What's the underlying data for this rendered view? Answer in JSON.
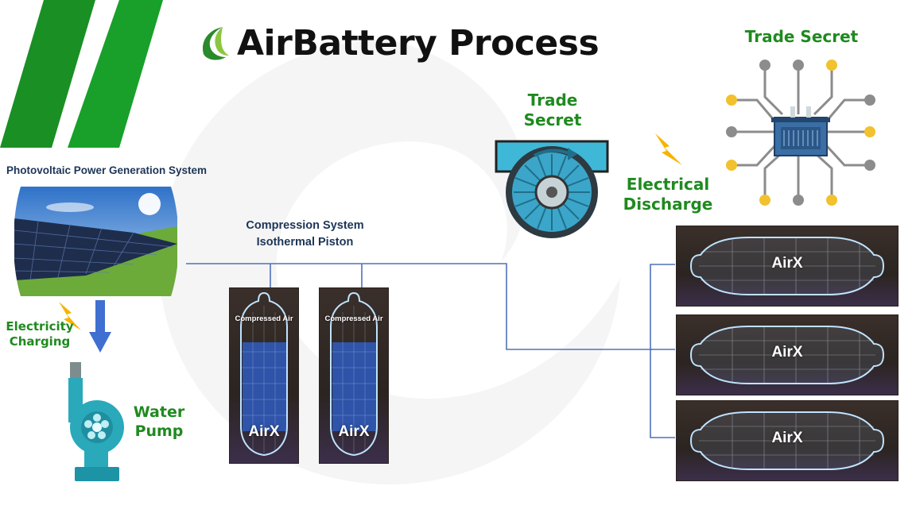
{
  "title": "AirBattery Process",
  "photovoltaic": {
    "label": "Photovoltaic Power Generation System"
  },
  "charging": {
    "label": "Electricity Charging"
  },
  "water_pump": {
    "label": "Water Pump"
  },
  "compression": {
    "line1": "Compression System",
    "line2": "Isothermal Piston"
  },
  "vertical_tanks": [
    {
      "top_label": "Compressed Air",
      "bottom_label": "AirX"
    },
    {
      "top_label": "Compressed Air",
      "bottom_label": "AirX"
    }
  ],
  "turbine": {
    "label": "Trade Secret"
  },
  "inverter": {
    "label": "Trade Secret"
  },
  "discharge": {
    "label": "Electrical Discharge"
  },
  "horizontal_tanks": [
    {
      "label": "AirX"
    },
    {
      "label": "AirX"
    },
    {
      "label": "AirX"
    }
  ],
  "colors": {
    "brand_green": "#1f8a1f",
    "stripe_green": "#1a9a2a",
    "line_blue": "#4f72b8",
    "water_blue": "#4a7fd6",
    "turbine_teal": "#3ba6c9",
    "pump_teal": "#24a6b8",
    "bolt_yellow": "#f5b400"
  }
}
